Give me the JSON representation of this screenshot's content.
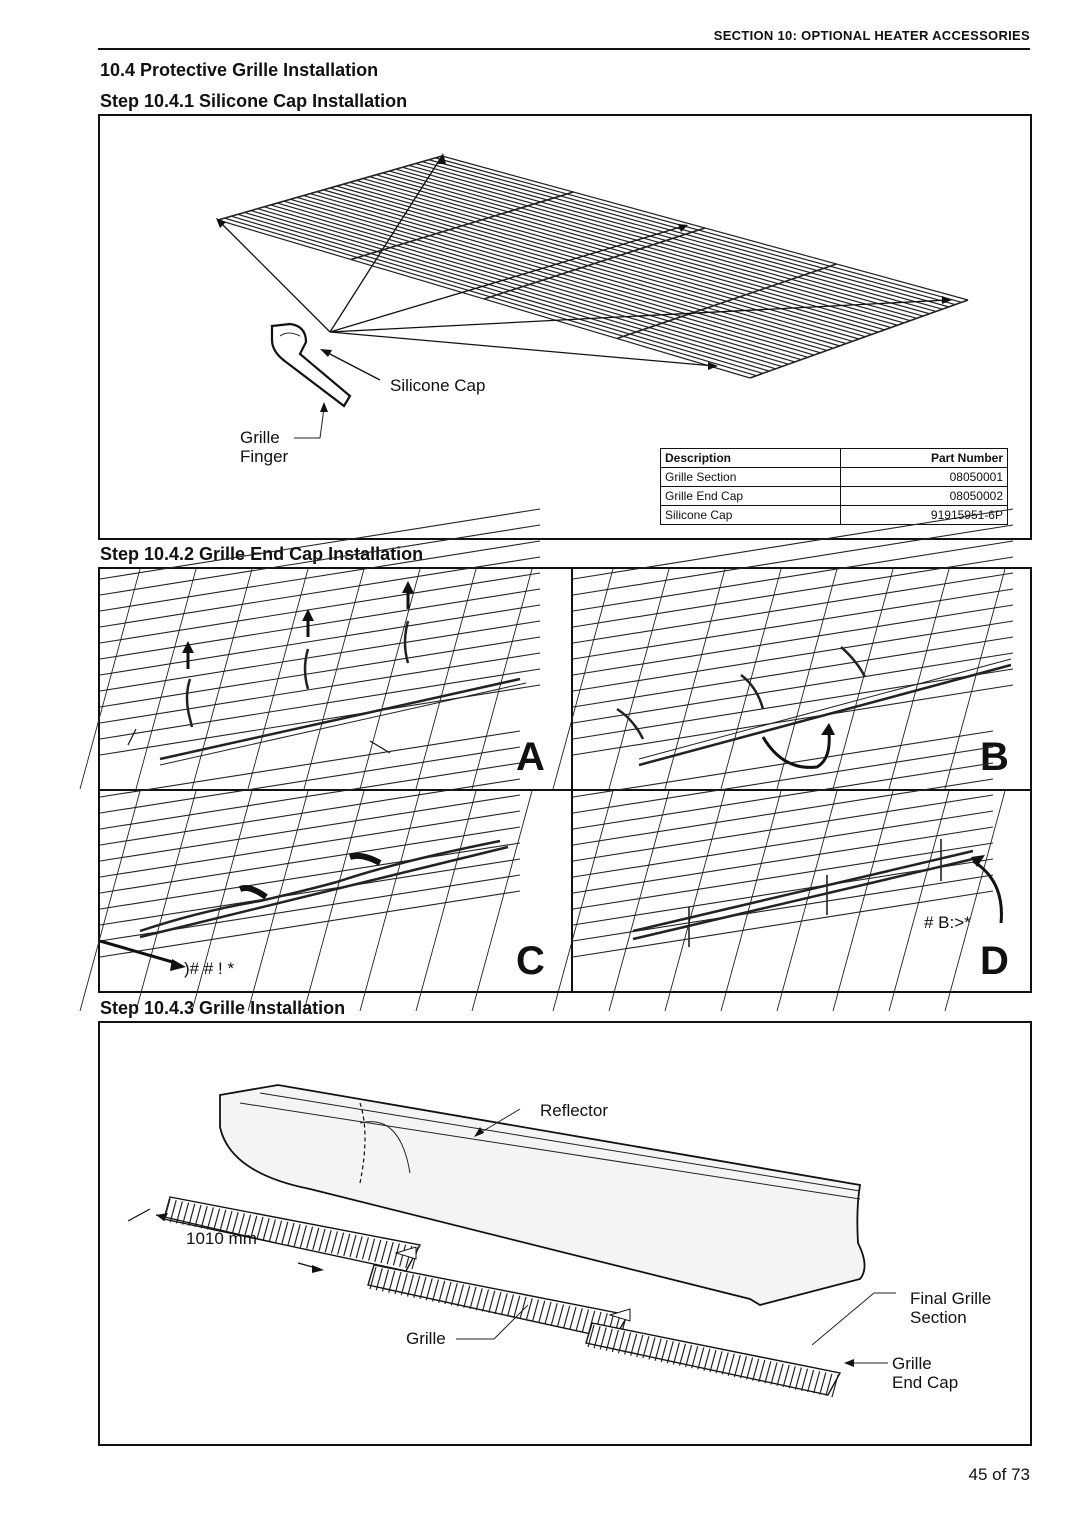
{
  "header": {
    "section": "SECTION 10: OPTIONAL HEATER ACCESSORIES"
  },
  "section_title": "10.4 Protective Grille Installation",
  "step1": {
    "title": "Step 10.4.1 Silicone Cap Installation",
    "labels": {
      "silicone_cap": "Silicone Cap",
      "grille_finger_1": "Grille",
      "grille_finger_2": "Finger"
    },
    "table": {
      "headers": [
        "Description",
        "Part Number"
      ],
      "rows": [
        [
          "Grille Section",
          "08050001"
        ],
        [
          "Grille End Cap",
          "08050002"
        ],
        [
          "Silicone Cap",
          "91915951-6P"
        ]
      ]
    }
  },
  "step2": {
    "title": "Step 10.4.2 Grille End Cap Installation",
    "panel_letters": [
      "A",
      "B",
      "C",
      "D"
    ],
    "panel_c_text": ")#   # !   *",
    "panel_d_text": "#  B:>*"
  },
  "step3": {
    "title": "Step 10.4.3 Grille Installation",
    "labels": {
      "reflector": "Reflector",
      "dimension": "1010 mm",
      "grille": "Grille",
      "final_grille_1": "Final Grille",
      "final_grille_2": "Section",
      "grille_end_cap_1": "Grille",
      "grille_end_cap_2": "End Cap"
    }
  },
  "footer": {
    "page": "45 of 73"
  }
}
